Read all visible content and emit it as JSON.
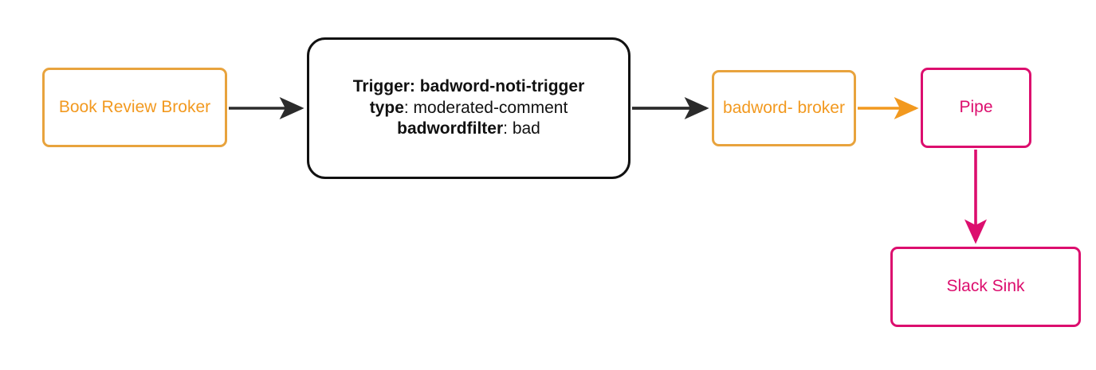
{
  "diagram": {
    "type": "flow-diagram",
    "background": "#ffffff",
    "colors": {
      "broker_orange": "#F2991F",
      "broker_border": "#E8A33D",
      "sink_pink": "#DC0E6E",
      "trigger_black": "#111111",
      "arrow_dark": "#2B2B2B"
    }
  },
  "nodes": {
    "book_review_broker": {
      "label_line1": "Book Review",
      "label_line2": "Broker",
      "style": "broker"
    },
    "trigger": {
      "line1_key": "Trigger:",
      "line1_value": "badword-noti-trigger",
      "line2_key": "type",
      "line2_sep": ": ",
      "line2_value": "moderated-comment",
      "line3_key": "badwordfilter",
      "line3_sep": ": ",
      "line3_value": "bad",
      "style": "trigger"
    },
    "badword_broker": {
      "label_line1": "badword-",
      "label_line2": "broker",
      "style": "broker"
    },
    "pipe": {
      "label": "Pipe",
      "style": "sink"
    },
    "slack_sink": {
      "label": "Slack Sink",
      "style": "sink"
    }
  },
  "edges": [
    {
      "id": "e1",
      "from": "book_review_broker",
      "to": "trigger",
      "color": "#2B2B2B",
      "direction": "right"
    },
    {
      "id": "e2",
      "from": "trigger",
      "to": "badword_broker",
      "color": "#2B2B2B",
      "direction": "right"
    },
    {
      "id": "e3",
      "from": "badword_broker",
      "to": "pipe",
      "color": "#F2991F",
      "direction": "right"
    },
    {
      "id": "e4",
      "from": "pipe",
      "to": "slack_sink",
      "color": "#DC0E6E",
      "direction": "down"
    }
  ]
}
